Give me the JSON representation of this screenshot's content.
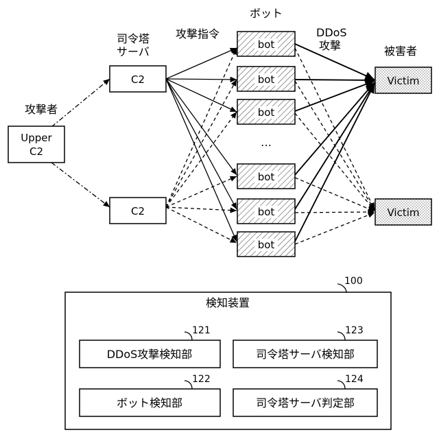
{
  "labels": {
    "attacker": "攻撃者",
    "c2_server_line1": "司令塔",
    "c2_server_line2": "サーバ",
    "attack_command": "攻撃指令",
    "bot_heading": "ボット",
    "ddos_line1": "DDoS",
    "ddos_line2": "攻撃",
    "victim_heading": "被害者",
    "ellipsis": "…"
  },
  "nodes": {
    "upper_c2_line1": "Upper",
    "upper_c2_line2": "C2",
    "c2": "C2",
    "bot": "bot",
    "victim": "Victim"
  },
  "detector": {
    "title": "検知装置",
    "ref": "100",
    "units": [
      {
        "label": "DDoS攻撃検知部",
        "ref": "121"
      },
      {
        "label": "司令塔サーバ検知部",
        "ref": "123"
      },
      {
        "label": "ボット検知部",
        "ref": "122"
      },
      {
        "label": "司令塔サーバ判定部",
        "ref": "124"
      }
    ]
  }
}
